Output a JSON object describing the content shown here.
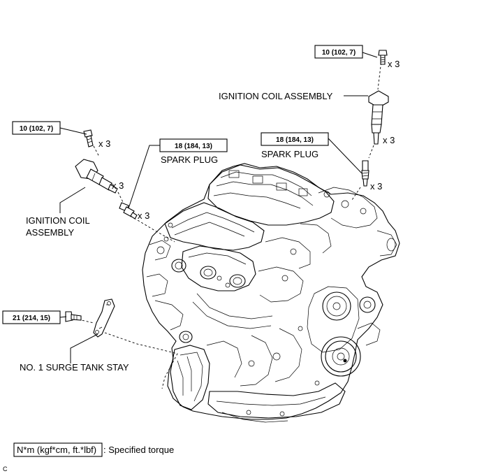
{
  "callouts": {
    "torque_top_right": "10 (102, 7)",
    "qty_bolt_top_right": "x 3",
    "ignition_coil_right": "IGNITION COIL ASSEMBLY",
    "qty_coil_right": "x 3",
    "torque_spark_right": "18 (184, 13)",
    "spark_plug_right": "SPARK PLUG",
    "qty_plug_right": "x 3",
    "torque_top_left": "10 (102, 7)",
    "qty_bolt_left": "x 3",
    "torque_spark_left": "18 (184, 13)",
    "spark_plug_left": "SPARK PLUG",
    "qty_coil_left": "x 3",
    "ignition_coil_left_line1": "IGNITION COIL",
    "ignition_coil_left_line2": "ASSEMBLY",
    "qty_plug_left": "x 3",
    "torque_stay": "21 (214, 15)",
    "surge_tank_stay": "NO. 1 SURGE TANK STAY"
  },
  "legend": {
    "unit_box": "N*m (kgf*cm, ft.*lbf)",
    "description": ": Specified torque"
  },
  "figure_code": "C"
}
